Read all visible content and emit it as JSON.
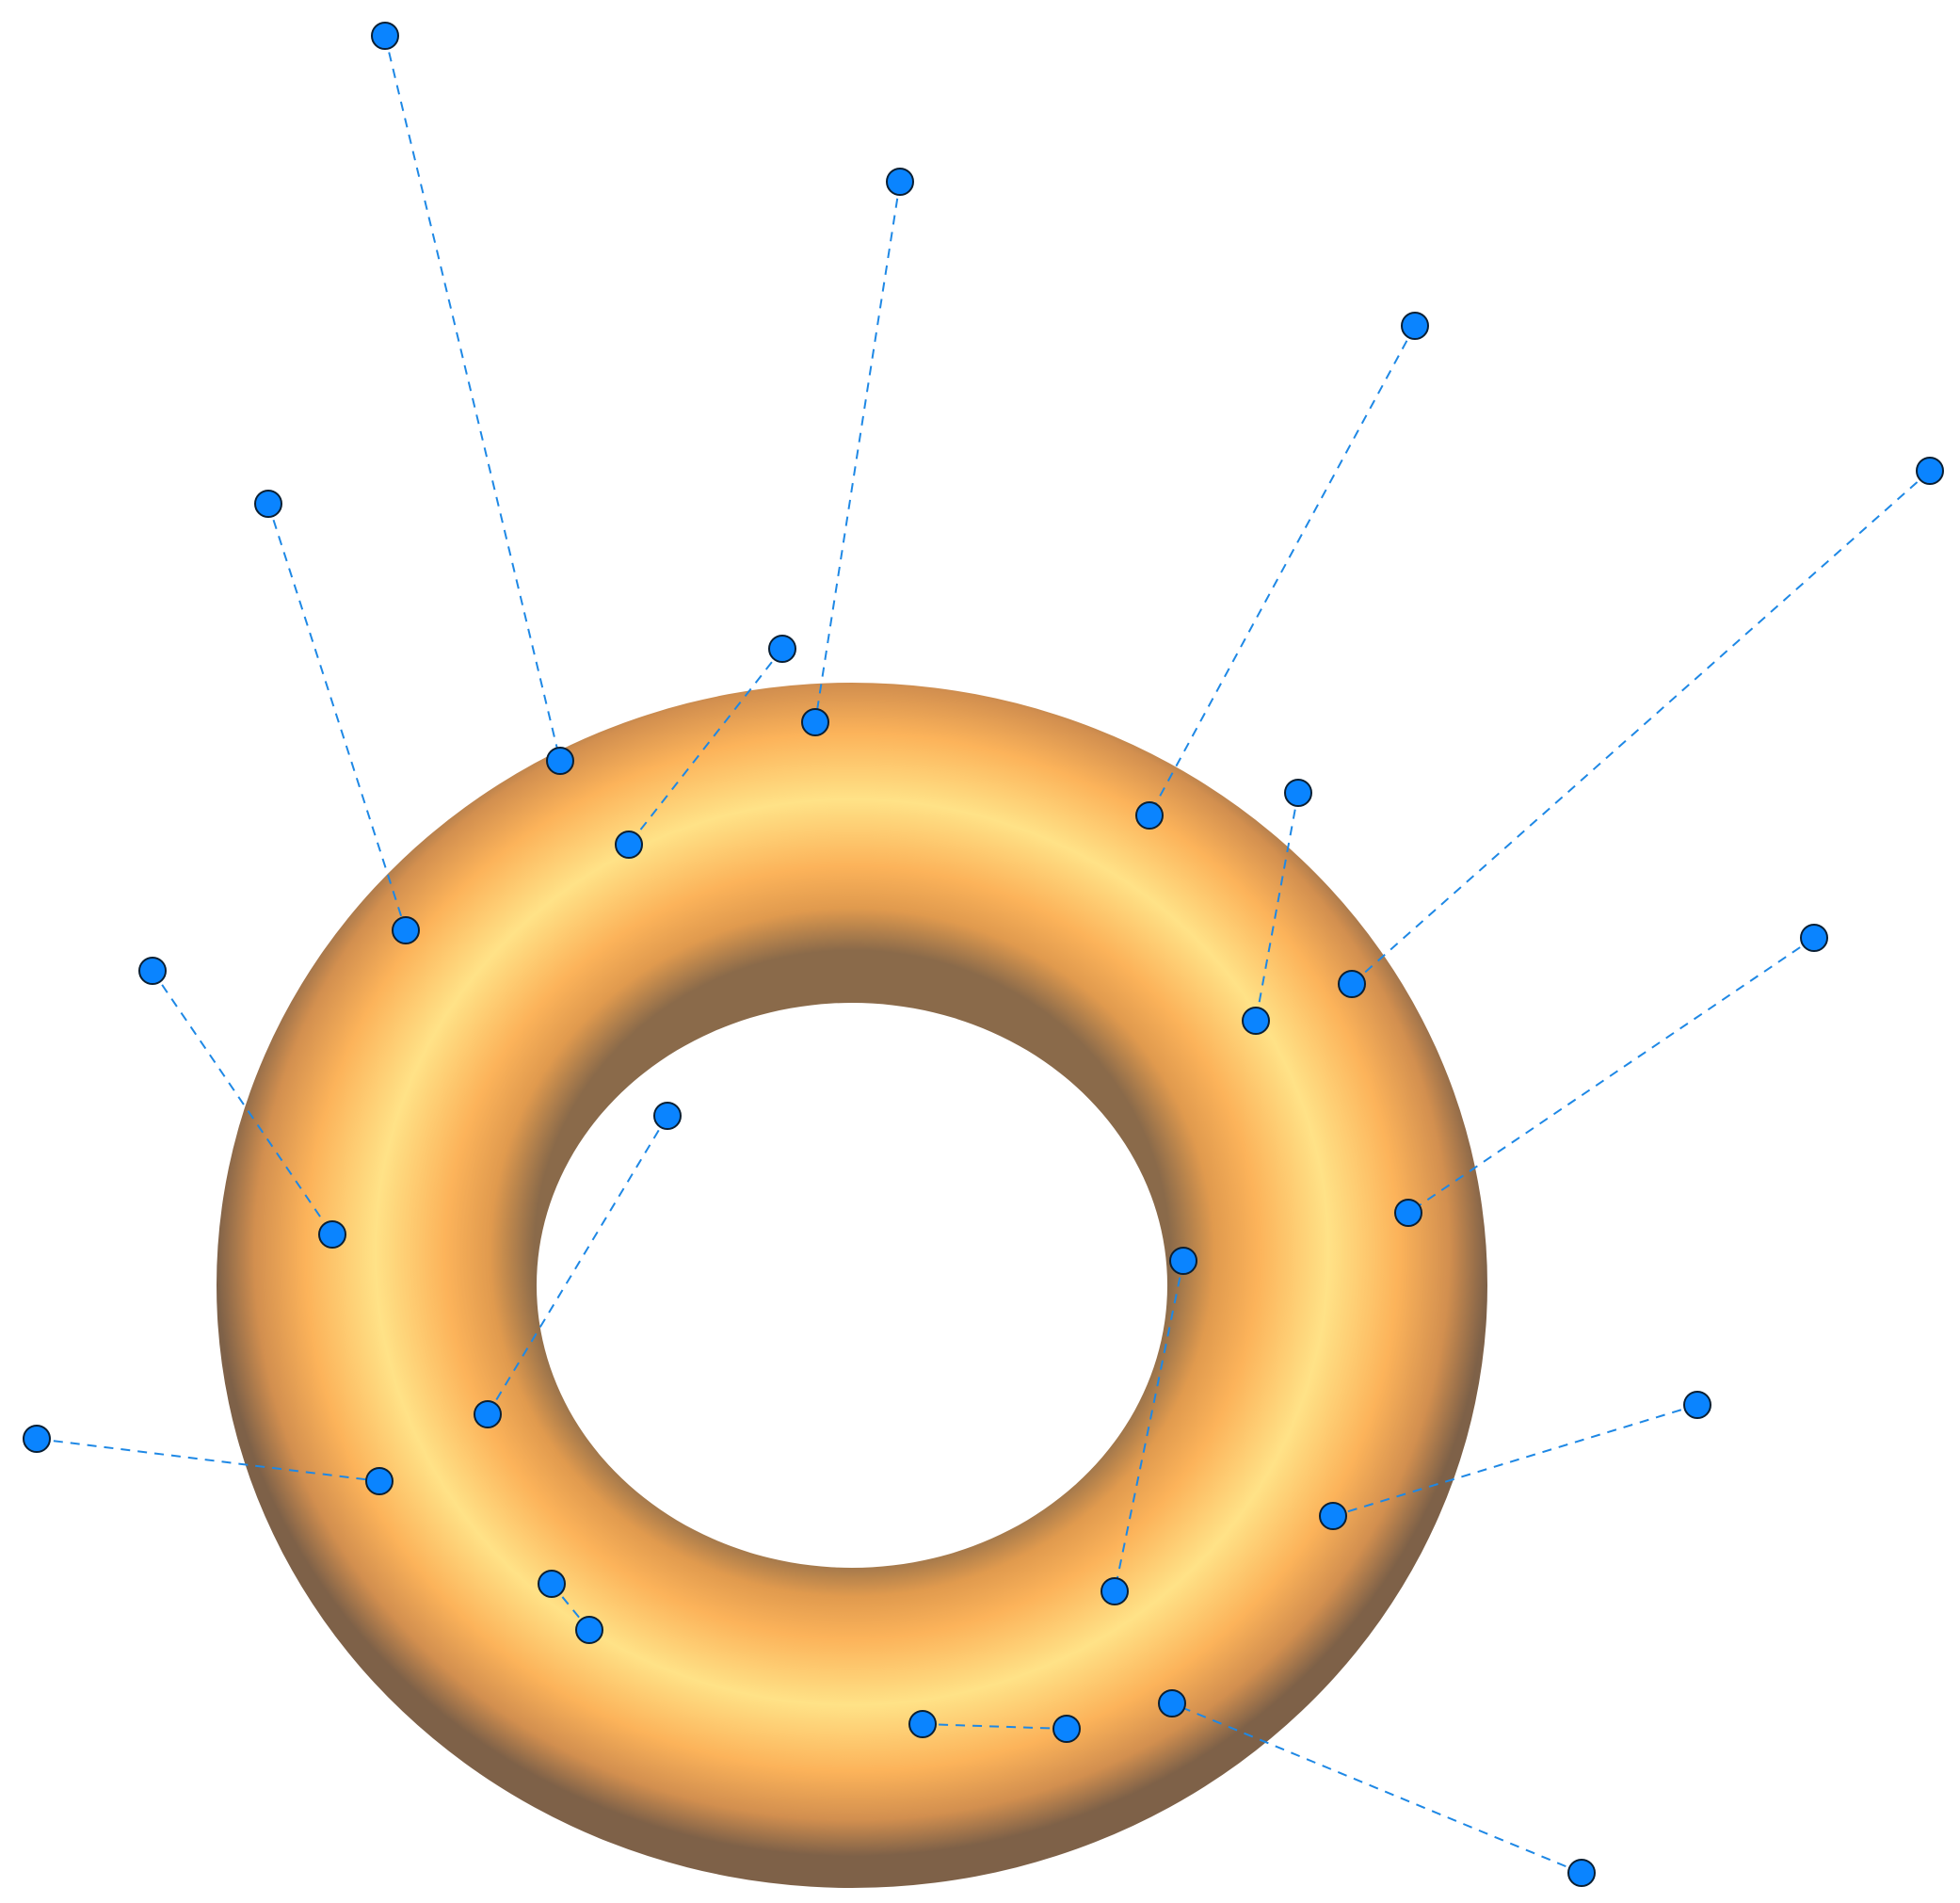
{
  "figure": {
    "description": "",
    "colors": {
      "torus_highlight": "#FFE287",
      "torus_mid": "#FCB35A",
      "torus_shadow": "#8A6A4A",
      "point_fill": "#0A84FF",
      "point_outline": "#0A1F33",
      "leader_line": "#1E88E5"
    }
  },
  "pairs": [
    {
      "id": 1
    },
    {
      "id": 2
    },
    {
      "id": 3
    },
    {
      "id": 4
    },
    {
      "id": 5
    },
    {
      "id": 6
    },
    {
      "id": 7
    },
    {
      "id": 8
    },
    {
      "id": 9
    },
    {
      "id": 10
    },
    {
      "id": 11
    },
    {
      "id": 12
    },
    {
      "id": 13
    },
    {
      "id": 14
    },
    {
      "id": 15
    },
    {
      "id": 16
    }
  ]
}
